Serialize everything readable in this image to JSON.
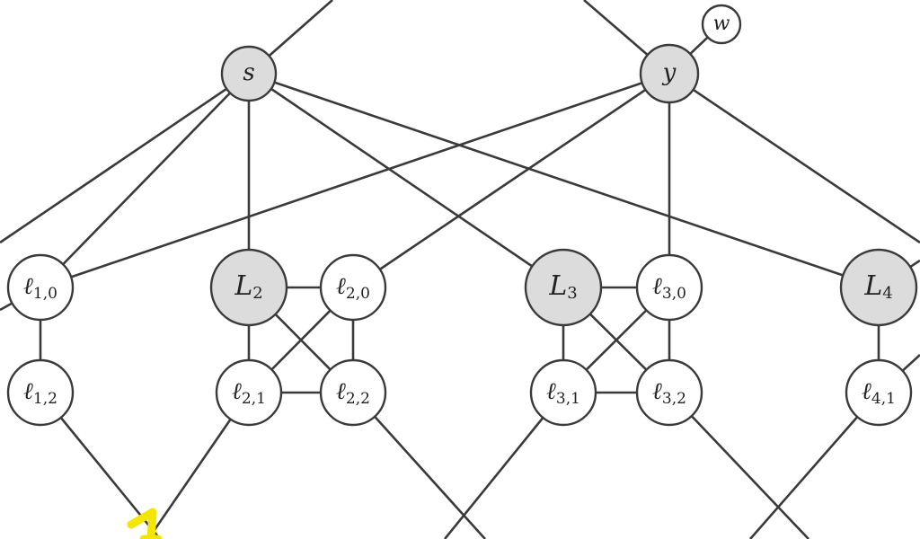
{
  "diagram": {
    "colors": {
      "shaded": "#dcdcdc",
      "plain": "#ffffff",
      "stroke": "#3a3a3a",
      "highlight": "#f3e600"
    },
    "nodes": [
      {
        "id": "s",
        "main": "s",
        "sub": "",
        "shaded": true
      },
      {
        "id": "y",
        "main": "y",
        "sub": "",
        "shaded": true
      },
      {
        "id": "w",
        "main": "w",
        "sub": "",
        "shaded": false
      },
      {
        "id": "l10",
        "main": "ℓ",
        "sub": "1,0",
        "shaded": false
      },
      {
        "id": "l12",
        "main": "ℓ",
        "sub": "1,2",
        "shaded": false
      },
      {
        "id": "L2",
        "main": "L",
        "sub": "2",
        "shaded": true
      },
      {
        "id": "l20",
        "main": "ℓ",
        "sub": "2,0",
        "shaded": false
      },
      {
        "id": "l21",
        "main": "ℓ",
        "sub": "2,1",
        "shaded": false
      },
      {
        "id": "l22",
        "main": "ℓ",
        "sub": "2,2",
        "shaded": false
      },
      {
        "id": "L3",
        "main": "L",
        "sub": "3",
        "shaded": true
      },
      {
        "id": "l30",
        "main": "ℓ",
        "sub": "3,0",
        "shaded": false
      },
      {
        "id": "l31",
        "main": "ℓ",
        "sub": "3,1",
        "shaded": false
      },
      {
        "id": "l32",
        "main": "ℓ",
        "sub": "3,2",
        "shaded": false
      },
      {
        "id": "L4",
        "main": "L",
        "sub": "4",
        "shaded": true
      },
      {
        "id": "l41",
        "main": "ℓ",
        "sub": "4,1",
        "shaded": false
      }
    ],
    "edges": [
      [
        "s",
        "L2"
      ],
      [
        "s",
        "l10"
      ],
      [
        "s",
        "L3"
      ],
      [
        "s",
        "L4"
      ],
      [
        "y",
        "w"
      ],
      [
        "y",
        "l10"
      ],
      [
        "y",
        "l20"
      ],
      [
        "y",
        "l30"
      ],
      [
        "l10",
        "l12"
      ],
      [
        "L2",
        "l20"
      ],
      [
        "L2",
        "l21"
      ],
      [
        "L2",
        "l22"
      ],
      [
        "l20",
        "l21"
      ],
      [
        "l20",
        "l22"
      ],
      [
        "l21",
        "l22"
      ],
      [
        "L3",
        "l30"
      ],
      [
        "L3",
        "l31"
      ],
      [
        "L3",
        "l32"
      ],
      [
        "l30",
        "l31"
      ],
      [
        "l30",
        "l32"
      ],
      [
        "l31",
        "l32"
      ],
      [
        "L4",
        "l41"
      ]
    ]
  }
}
